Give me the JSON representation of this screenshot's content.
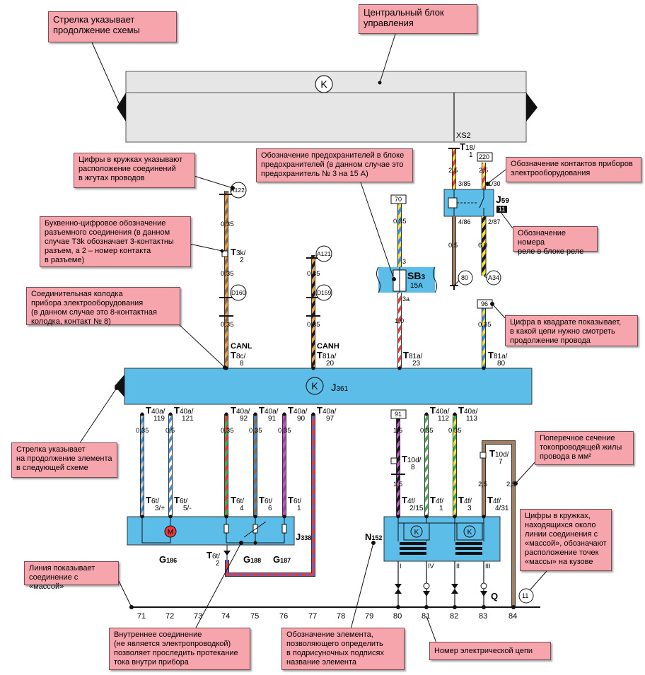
{
  "callouts": {
    "arrow_continuation": "Стрелка указывает\nпродолжение схемы",
    "central_unit": "Центральный блок\nуправления",
    "circle_digits": "Цифры в кружках указывают\nрасположение соединений\nв жгутах проводов",
    "fuse_designation": "Обозначение предохранителей в блоке\nпредохранителей (в данном случае это\nпредохранитель № 3 на 15 А)",
    "relay_contacts": "Обозначение контактов приборов\nэлектрооборудования",
    "connector_designation": "Буквенно-цифровое обозначение\nразъемного соединения (в данном\nслучае T3k обозначает 3-контактны\n разъем, а 2 – номер контакта\nв разъеме)",
    "relay_number": "Обозначение номера\nреле в блоке реле",
    "connector_block": "Соединительная колодка\nприбора электрооборудования\n(в данном случае это 8-контактная\nколодка, контакт № 8)",
    "square_digit": "Цифра в квадрате показывает,\nв какой цепи нужно смотреть\nпродолжение провода",
    "arrow_element": "Стрелка указывает\nна продолжение элемента\nв следующей схеме",
    "cross_section": "Поперечное сечение\nтокопроводящей жилы\nпровода в мм²",
    "ground_circles": "Цифры в кружках,\nнаходящихся около\nлинии соединения с\n«массой», обозначают\nрасположение точек\n«массы» на кузове",
    "ground_line": "Линия показывает\nсоединение с «массой»",
    "internal_connection": "Внутреннее соединение\n(не является электропроводкой)\nпозволяет проследить протекание\nтока внутри прибора",
    "element_designation": "Обозначение элемента,\nпозволяющего определить\nв подрисуночных подписях\nназвание элемента",
    "circuit_number": "Номер электрической цепи"
  },
  "symbols": {
    "k": "K",
    "j361": "J",
    "j361_sub": "361"
  },
  "labels": {
    "xs2": "XS2",
    "canl": "CANL",
    "canh": "CANH",
    "sb": "SB",
    "sb_sub": "3",
    "sb_amp": "15A",
    "sb_in": "3",
    "sb_out": "3a",
    "j59": "J",
    "j59_sub": "59",
    "j59_num": "11",
    "j338": "J",
    "j338_sub": "338",
    "g186": "G",
    "g186_sub": "186",
    "g188": "G",
    "g188_sub": "188",
    "g187": "G",
    "g187_sub": "187",
    "n152": "N",
    "n152_sub": "152",
    "q": "Q",
    "coil_i": "I",
    "coil_iv": "IV",
    "coil_ii": "II",
    "coil_iii": "III",
    "relay_3_85": "3/85",
    "relay_1_30": "1/30",
    "relay_4_86": "4/86",
    "relay_2_87": "2/87"
  },
  "squares": {
    "s70": "70",
    "s220": "220",
    "s96": "96",
    "s91": "91"
  },
  "circles": {
    "a122": "A122",
    "d160": "D160",
    "a121": "A121",
    "d159": "D159",
    "c80": "80",
    "a34": "A34",
    "c11": "11"
  },
  "wire_sizes": {
    "w_a122": "0,35",
    "w_t3k": "0,35",
    "w_d160": "0,35",
    "w_a121": "0,35",
    "w_d159": "0,35",
    "w_70": "0,35",
    "w_sb": "1,0",
    "w_t18a": "2,5",
    "w_t18b": "2,5",
    "w_r486": "0,5",
    "w_r287": "6,0",
    "w_96": "0,35",
    "w_119": "0,35",
    "w_121": "0,5",
    "w_92": "0,35",
    "w_91": "0,35",
    "w_90": "0,35",
    "w_91sq": "1,5",
    "w_112": "0,35",
    "w_113": "0,35",
    "w_t10d8": "1,5",
    "w_t10d7l": "2,5",
    "w_t10d7r": "2,5"
  },
  "connectors": {
    "t18": {
      "main": "T",
      "sub": "18/",
      "pin": "1"
    },
    "t3k": {
      "main": "T",
      "sub": "3k/",
      "pin": "2"
    },
    "t8c": {
      "main": "T",
      "sub": "8c/",
      "pin": "8"
    },
    "t81a20": {
      "main": "T",
      "sub": "81a/",
      "pin": "20"
    },
    "t81a23": {
      "main": "T",
      "sub": "81a/",
      "pin": "23"
    },
    "t81a80": {
      "main": "T",
      "sub": "81a/",
      "pin": "80"
    },
    "t40a119": {
      "main": "T",
      "sub": "40a/",
      "pin": "119"
    },
    "t40a121": {
      "main": "T",
      "sub": "40a/",
      "pin": "121"
    },
    "t40a92": {
      "main": "T",
      "sub": "40a/",
      "pin": "92"
    },
    "t40a91": {
      "main": "T",
      "sub": "40a/",
      "pin": "91"
    },
    "t40a90": {
      "main": "T",
      "sub": "40a/",
      "pin": "90"
    },
    "t40a97": {
      "main": "T",
      "sub": "40a/",
      "pin": "97"
    },
    "t40a112": {
      "main": "T",
      "sub": "40a/",
      "pin": "112"
    },
    "t40a113": {
      "main": "T",
      "sub": "40a/",
      "pin": "113"
    },
    "t10d8": {
      "main": "T",
      "sub": "10d/",
      "pin": "8"
    },
    "t10d7": {
      "main": "T",
      "sub": "10d/",
      "pin": "7"
    },
    "t6t3": {
      "main": "T",
      "sub": "6t/",
      "pin": "3/+"
    },
    "t6t5": {
      "main": "T",
      "sub": "6t/",
      "pin": "5/-"
    },
    "t6t4": {
      "main": "T",
      "sub": "6t/",
      "pin": "4"
    },
    "t6t6": {
      "main": "T",
      "sub": "6t/",
      "pin": "6"
    },
    "t6t1": {
      "main": "T",
      "sub": "6t/",
      "pin": "1"
    },
    "t6t2": {
      "main": "T",
      "sub": "6t/",
      "pin": "2"
    },
    "t4f215": {
      "main": "T",
      "sub": "4f/",
      "pin": "2/15"
    },
    "t4f1": {
      "main": "T",
      "sub": "4f/",
      "pin": "1"
    },
    "t4f3": {
      "main": "T",
      "sub": "4f/",
      "pin": "3"
    },
    "t4f431": {
      "main": "T",
      "sub": "4f/",
      "pin": "4/31"
    }
  },
  "circuit_numbers": [
    "71",
    "72",
    "73",
    "74",
    "75",
    "76",
    "77",
    "78",
    "79",
    "80",
    "81",
    "82",
    "83",
    "84"
  ],
  "colors": {
    "callout": "#f7a5ad",
    "panel_grey": "#e6e6e6",
    "panel_blue": "#5bbde8",
    "relay_blue": "#5bbde8"
  }
}
